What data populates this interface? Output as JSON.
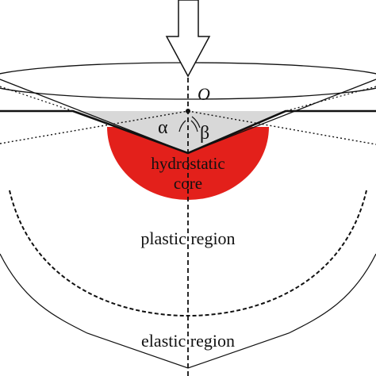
{
  "labels": {
    "origin": "O",
    "alpha": "α",
    "beta": "β",
    "core_line1": "hydrostatic",
    "core_line2": "core",
    "plastic": "plastic region",
    "elastic": "elastic region"
  },
  "colors": {
    "core": "#e3201b",
    "indent": "#d8d8d8",
    "line": "#111111",
    "background": "#ffffff"
  }
}
